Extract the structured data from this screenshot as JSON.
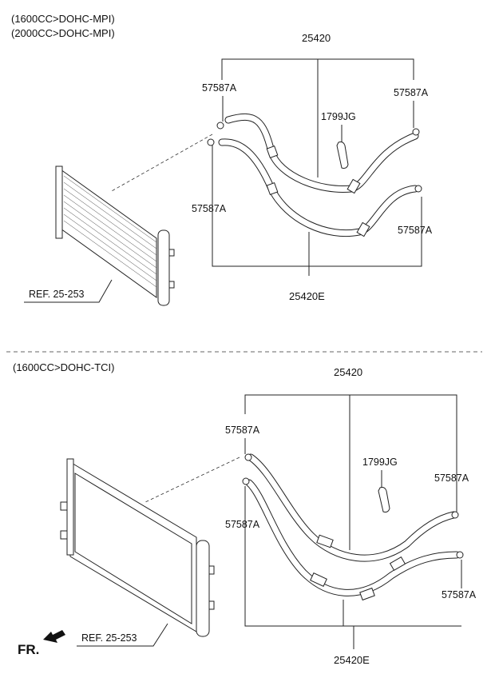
{
  "sections": [
    {
      "variants": [
        "(1600CC>DOHC-MPI)",
        "(2000CC>DOHC-MPI)"
      ],
      "hose_assembly": "25420",
      "hose_sub": "25420E",
      "clamp_labels": [
        "57587A",
        "57587A",
        "57587A",
        "57587A"
      ],
      "bracket": "1799JG",
      "ref": "REF. 25-253"
    },
    {
      "variants": [
        "(1600CC>DOHC-TCI)"
      ],
      "hose_assembly": "25420",
      "hose_sub": "25420E",
      "clamp_labels": [
        "57587A",
        "57587A",
        "57587A",
        "57587A"
      ],
      "bracket": "1799JG",
      "ref": "REF. 25-253"
    }
  ],
  "front_marker": "FR."
}
